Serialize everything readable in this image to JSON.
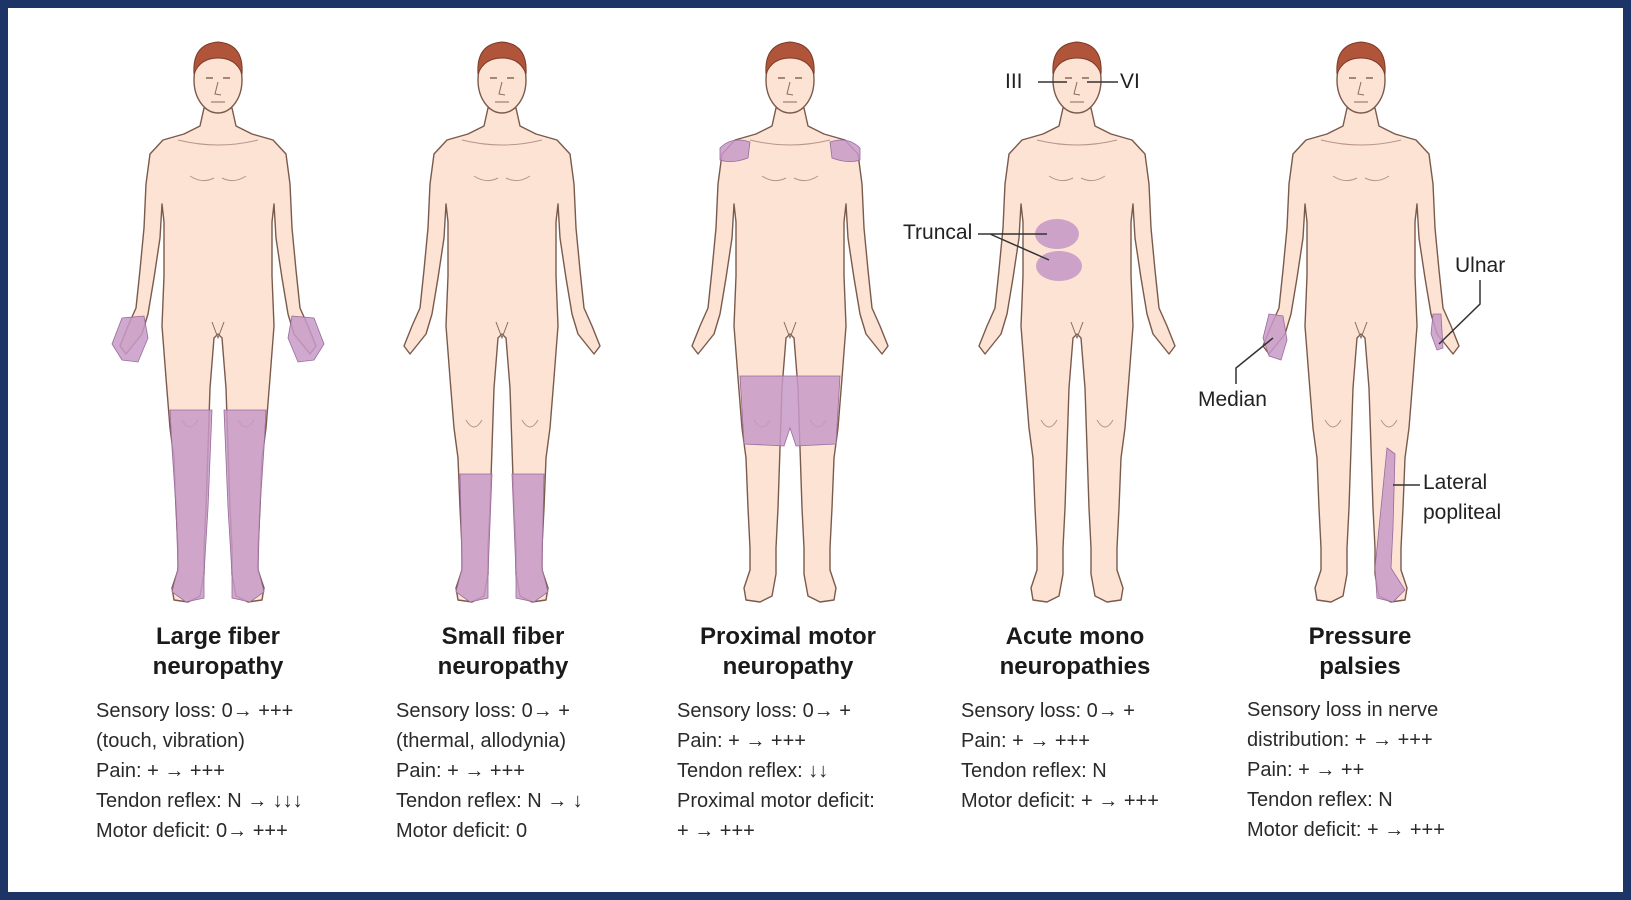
{
  "colors": {
    "frame": "#1d3566",
    "skin": "#fde3d3",
    "skin_outline": "#7a5a4c",
    "hair": "#b0553a",
    "affected": "#c79ac7",
    "text": "#222222"
  },
  "columns": [
    {
      "title": [
        "Large fiber",
        "neuropathy"
      ],
      "lines": [
        "Sensory loss: 0→ +++",
        "(touch, vibration)",
        "Pain: + → +++",
        "Tendon reflex: N → ↓↓↓",
        "Motor deficit: 0→ +++"
      ]
    },
    {
      "title": [
        "Small fiber",
        "neuropathy"
      ],
      "lines": [
        "Sensory loss: 0→ +",
        "(thermal, allodynia)",
        "Pain: + → +++",
        "Tendon reflex: N → ↓",
        "Motor deficit: 0"
      ]
    },
    {
      "title": [
        "Proximal motor",
        "neuropathy"
      ],
      "lines": [
        "Sensory loss: 0→ +",
        "Pain: + → +++",
        "Tendon reflex: ↓↓",
        "Proximal motor deficit:",
        "+ → +++"
      ]
    },
    {
      "title": [
        "Acute mono",
        "neuropathies"
      ],
      "lines": [
        "Sensory loss: 0→ +",
        "Pain: + → +++",
        "Tendon reflex: N",
        "Motor deficit: + → +++"
      ]
    },
    {
      "title": [
        "Pressure",
        "palsies"
      ],
      "lines": [
        "Sensory loss in nerve",
        "distribution: + → +++",
        "Pain: + → ++",
        "Tendon reflex: N",
        "Motor deficit: + → +++"
      ]
    }
  ],
  "labels": {
    "nerve_iii": "III",
    "nerve_vi": "VI",
    "truncal": "Truncal",
    "ulnar": "Ulnar",
    "median": "Median",
    "lateral": "Lateral",
    "popliteal": "popliteal"
  }
}
